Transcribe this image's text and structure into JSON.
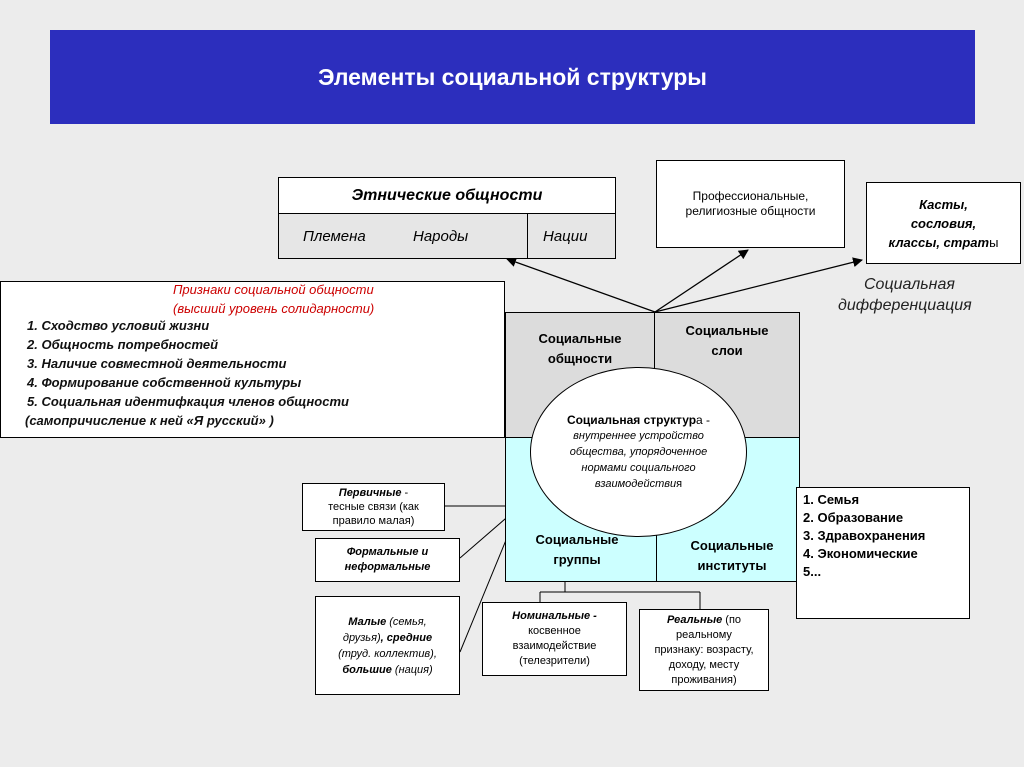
{
  "title": "Элементы социальной структуры",
  "ethnic": {
    "header": "Этнические общности",
    "tribes": "Племена",
    "peoples": "Народы",
    "nations": "Нации"
  },
  "professional": {
    "line1": "Профессиональные,",
    "line2": "религиозные  общности"
  },
  "castes": {
    "line1": "Касты,",
    "line2": "сословия,",
    "line3": "классы, страт",
    "line3_tail": "ы"
  },
  "differentiation": {
    "line1": "Социальная",
    "line2": "дифференциация"
  },
  "signs": {
    "heading1": "Признаки социальной общности",
    "heading2": "(высший уровень солидарности)",
    "items": [
      "1. Сходство условий жизни",
      "2. Общность потребностей",
      "3. Наличие совместной деятельности",
      "4. Формирование собственной культуры",
      "5. Социальная идентифкация членов общности",
      "(самопричисление к ней «Я русский» )"
    ]
  },
  "quadrants": {
    "communities_line1": "Социальные",
    "communities_line2": "общности",
    "layers_line1": "Социальные",
    "layers_line2": "слои",
    "groups_line1": "Социальные",
    "groups_line2": "группы",
    "institutions_line1": "Социальные",
    "institutions_line2": "институты"
  },
  "structure": {
    "line1_bold": "Социальная структур",
    "line1_rest": "а -",
    "line2": "внутреннее устройство",
    "line3": "общества, упорядоченное",
    "line4": "нормами социального",
    "line5_italic": "взаимодействи",
    "line5_rest": "я"
  },
  "institutions_list": {
    "items": [
      "1. Семья",
      "2. Образование",
      "3. Здравохранения",
      "4. Экономические",
      "5..."
    ]
  },
  "primary": {
    "bold": "Первичные",
    "dash": " -",
    "line2": "тесные связи (как",
    "line3": "правило малая)"
  },
  "formal": {
    "line1": "Формальные и",
    "line2": "неформальные"
  },
  "small": {
    "small_label": "Малые",
    "small_note": " (семья,",
    "line2_a": "друзья)",
    "line2_b": ", средние",
    "line3": "(труд. коллектив),",
    "large_label": "большие",
    "large_note": " (нация)"
  },
  "nominal": {
    "bold": "Номинальные -",
    "line2": "косвенное",
    "line3": "взаимодействие",
    "line4": "(телезрители)"
  },
  "real": {
    "bold": "Реальные",
    "note": " (по",
    "line2": "реальному",
    "line3": "признаку: возрасту,",
    "line4": "доходу, месту",
    "line5": "проживания)"
  },
  "colors": {
    "title_bg": "#2c2ebd",
    "quadrant_top": "#dcdcdc",
    "quadrant_bottom": "#ccffff",
    "signs_heading": "#cc0000",
    "page_bg": "#ececec"
  }
}
